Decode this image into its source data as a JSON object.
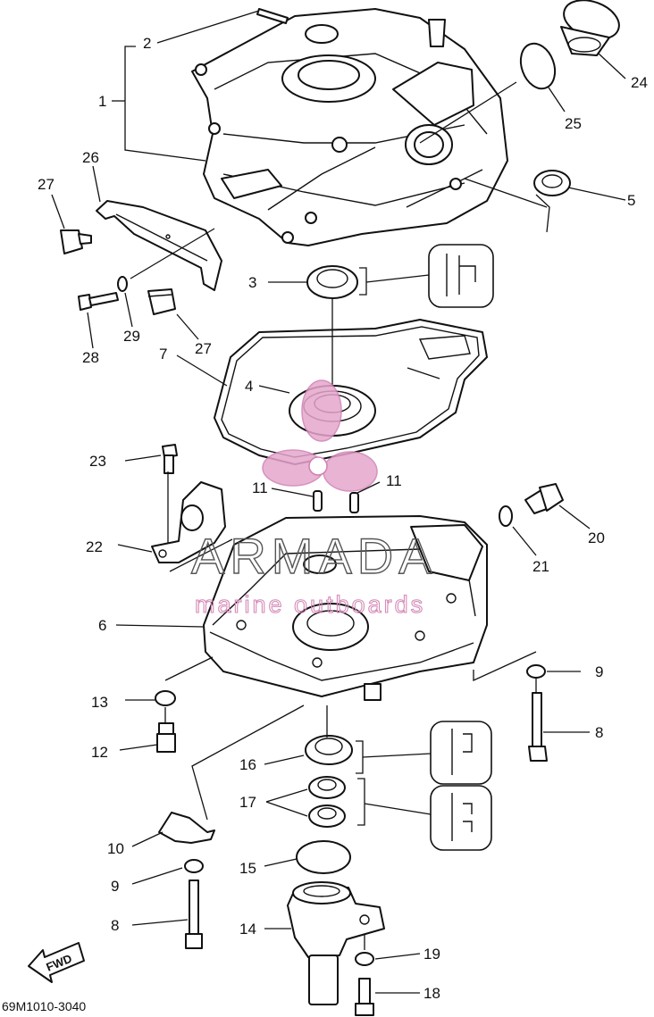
{
  "diagram": {
    "code": "69M1010-3040",
    "fwd_label": "FWD",
    "watermark": {
      "brand": "ARMADA",
      "tagline": "marine outboards",
      "color": "#e6a6cd"
    },
    "callouts": [
      "1",
      "2",
      "3",
      "4",
      "5",
      "6",
      "7",
      "8",
      "8",
      "9",
      "9",
      "10",
      "11",
      "11",
      "12",
      "13",
      "14",
      "15",
      "16",
      "17",
      "18",
      "19",
      "20",
      "21",
      "22",
      "23",
      "24",
      "25",
      "26",
      "27",
      "27",
      "28",
      "29"
    ]
  }
}
